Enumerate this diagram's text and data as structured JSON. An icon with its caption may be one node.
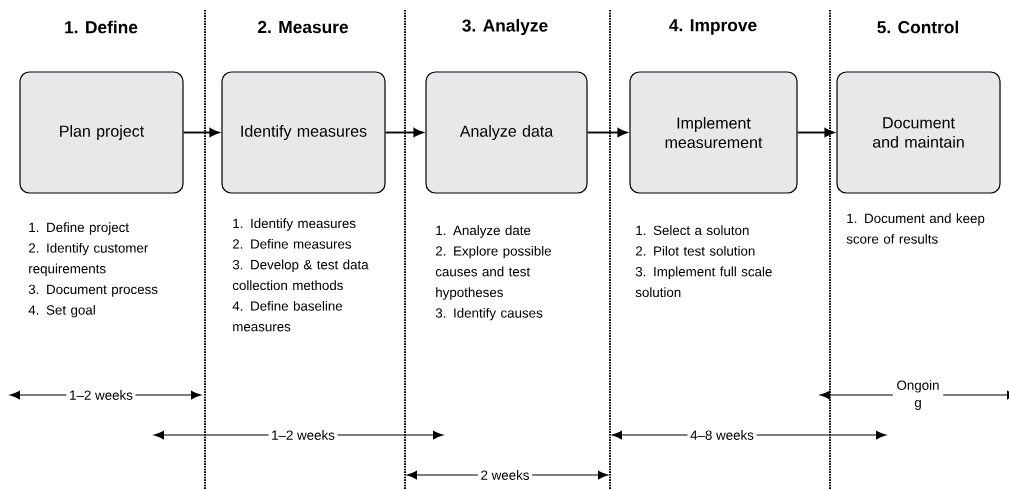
{
  "diagram": {
    "nodes": [
      {
        "text": [
          "Plan project"
        ],
        "beside": [
          "1. Define project",
          "2. Identify customer requirements",
          "3. Document process",
          "4. Set goal"
        ]
      },
      {
        "text": [
          "Identify measures"
        ],
        "beside": [
          "1. Identify measures",
          "2. Define measures",
          "3. Develop & test data collection methods",
          "4. Define baseline measures"
        ]
      },
      {
        "text": [
          "Analyze data"
        ],
        "beside": [
          "1. Analyze date",
          "2. Explore  possible causes and  test hypotheses",
          "3. Identify causes"
        ]
      },
      {
        "text": [
          "Implement measurement"
        ],
        "beside": [
          "1. Select a soluton",
          "2. Pilot test solution",
          "3. Implement full scale solution"
        ]
      },
      {
        "text": [
          "Document and maintain"
        ],
        "beside": [
          "1. Document and keep score of results"
        ]
      }
    ],
    "edges": [
      {
        "from": 0,
        "to": 1,
        "arrow": "to"
      },
      {
        "from": 1,
        "to": 2,
        "arrow": "to"
      },
      {
        "from": 2,
        "to": 3,
        "arrow": "to"
      },
      {
        "from": 3,
        "to": 4,
        "arrow": "to"
      }
    ],
    "labels": [
      "1. Define",
      "2. Measure",
      "3. Analyze",
      "4. Improve",
      "5. Control",
      "1–2 weeks",
      "Ongoin g",
      "1–2 weeks",
      "4–8 weeks",
      "2 weeks"
    ]
  }
}
